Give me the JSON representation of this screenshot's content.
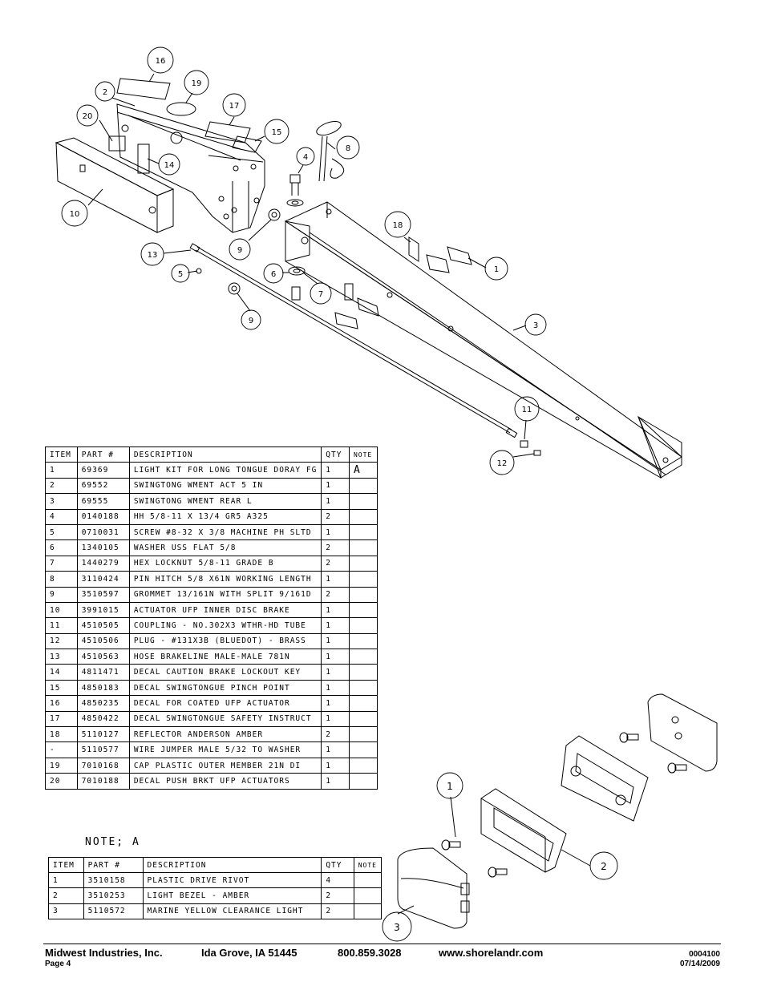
{
  "callouts": [
    "16",
    "2",
    "19",
    "17",
    "15",
    "20",
    "14",
    "10",
    "4",
    "8",
    "9",
    "13",
    "5",
    "6",
    "7",
    "9",
    "18",
    "1",
    "3",
    "11",
    "12"
  ],
  "detail_callouts": [
    "1",
    "2",
    "3"
  ],
  "main_table": {
    "headers": [
      "ITEM",
      "PART #",
      "DESCRIPTION",
      "QTY",
      "NOTE"
    ],
    "rows": [
      [
        "1",
        "69369",
        "LIGHT KIT FOR LONG TONGUE DORAY FG",
        "1",
        "A"
      ],
      [
        "2",
        "69552",
        "SWINGTONG WMENT ACT 5 IN",
        "1",
        ""
      ],
      [
        "3",
        "69555",
        "SWINGTONG WMENT REAR L",
        "1",
        ""
      ],
      [
        "4",
        "0140188",
        "HH 5/8-11 X 13/4  GR5 A325",
        "2",
        ""
      ],
      [
        "5",
        "0710031",
        "SCREW #8-32 X 3/8 MACHINE PH SLTD",
        "1",
        ""
      ],
      [
        "6",
        "1340105",
        "WASHER USS FLAT 5/8",
        "2",
        ""
      ],
      [
        "7",
        "1440279",
        "HEX LOCKNUT 5/8-11 GRADE B",
        "2",
        ""
      ],
      [
        "8",
        "3110424",
        "PIN HITCH 5/8 X61N WORKING LENGTH",
        "1",
        ""
      ],
      [
        "9",
        "3510597",
        "GROMMET 13/161N  WITH SPLIT 9/161D",
        "2",
        ""
      ],
      [
        "10",
        "3991015",
        "ACTUATOR UFP INNER  DISC BRAKE",
        "1",
        ""
      ],
      [
        "11",
        "4510505",
        "COUPLING - NO.302X3 WTHR-HD TUBE",
        "1",
        ""
      ],
      [
        "12",
        "4510506",
        "PLUG - #131X3B (BLUEDOT) - BRASS",
        "1",
        ""
      ],
      [
        "13",
        "4510563",
        "HOSE BRAKELINE MALE-MALE 781N",
        "1",
        ""
      ],
      [
        "14",
        "4811471",
        "DECAL CAUTION BRAKE LOCKOUT KEY",
        "1",
        ""
      ],
      [
        "15",
        "4850183",
        "DECAL SWINGTONGUE PINCH POINT",
        "1",
        ""
      ],
      [
        "16",
        "4850235",
        "DECAL FOR COATED UFP ACTUATOR",
        "1",
        ""
      ],
      [
        "17",
        "4850422",
        "DECAL SWINGTONGUE SAFETY INSTRUCT",
        "1",
        ""
      ],
      [
        "18",
        "5110127",
        "REFLECTOR ANDERSON AMBER",
        "2",
        ""
      ],
      [
        "-",
        "5110577",
        "WIRE JUMPER MALE 5/32 TO WASHER",
        "1",
        ""
      ],
      [
        "19",
        "7010168",
        "CAP  PLASTIC OUTER MEMBER 21N DI",
        "1",
        ""
      ],
      [
        "20",
        "7010188",
        "DECAL PUSH BRKT UFP ACTUATORS",
        "1",
        ""
      ]
    ]
  },
  "note": {
    "heading": "NOTE; A",
    "headers": [
      "ITEM",
      "PART #",
      "DESCRIPTION",
      "QTY",
      "NOTE"
    ],
    "rows": [
      [
        "1",
        "3510158",
        "PLASTIC DRIVE RIVOT",
        "4",
        ""
      ],
      [
        "2",
        "3510253",
        "LIGHT BEZEL - AMBER",
        "2",
        ""
      ],
      [
        "3",
        "5110572",
        "MARINE YELLOW CLEARANCE LIGHT",
        "2",
        ""
      ]
    ]
  },
  "footer": {
    "company": "Midwest Industries, Inc.",
    "location": "Ida Grove, IA  51445",
    "phone": "800.859.3028",
    "website": "www.shorelandr.com",
    "page": "Page 4",
    "doc_number": "0004100",
    "date": "07/14/2009"
  }
}
